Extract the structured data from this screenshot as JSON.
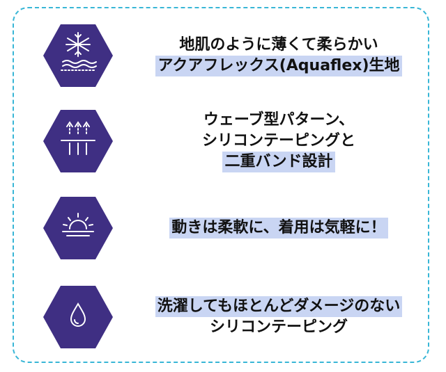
{
  "features": [
    {
      "icon": "snowflake-fabric-icon",
      "lines": [
        "地肌のように薄くて柔らかい",
        "アクアフレックス(Aquaflex)生地"
      ],
      "highlight": [
        false,
        true
      ]
    },
    {
      "icon": "wave-arrows-icon",
      "lines": [
        "ウェーブ型パターン、",
        "シリコンテーピングと",
        "二重バンド設計"
      ],
      "highlight": [
        false,
        false,
        true
      ]
    },
    {
      "icon": "sunrise-icon",
      "lines": [
        "動きは柔軟に、着用は気軽に！"
      ],
      "highlight": [
        true
      ]
    },
    {
      "icon": "water-drop-icon",
      "lines": [
        "洗濯してもほとんどダメージのない",
        "シリコンテーピング"
      ],
      "highlight": [
        true,
        false
      ]
    }
  ],
  "colors": {
    "hexagon": "#3f2f83",
    "highlight": "#c9d5f3",
    "border": "#38b6d6"
  }
}
